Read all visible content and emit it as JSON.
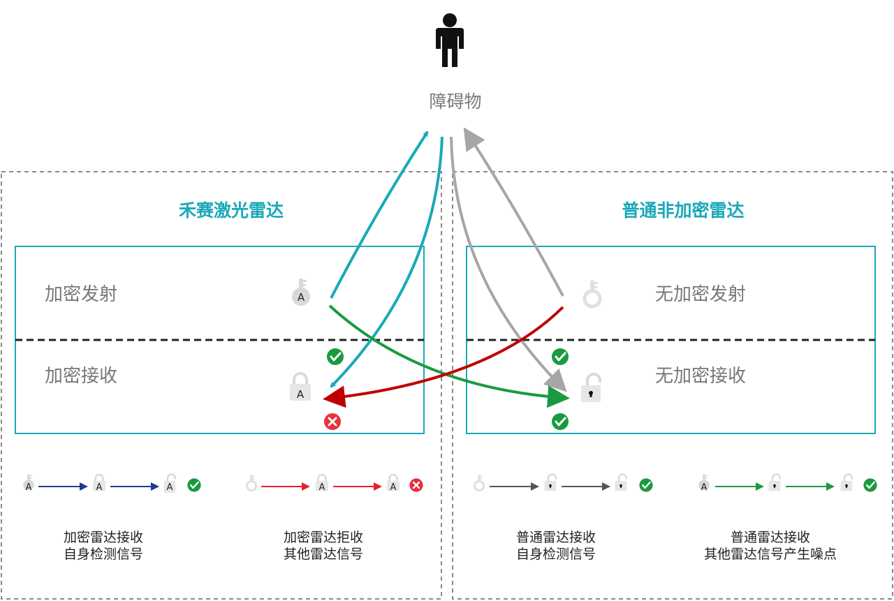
{
  "obstacle": {
    "label": "障碍物",
    "icon": "person-icon"
  },
  "left_panel": {
    "title": "禾赛激光雷达",
    "emit_label": "加密发射",
    "receive_label": "加密接收",
    "emit_key_letter": "A",
    "receive_lock_letter": "A",
    "captions": [
      {
        "line1": "加密雷达接收",
        "line2": "自身检测信号"
      },
      {
        "line1": "加密雷达拒收",
        "line2": "其他雷达信号"
      }
    ],
    "flow_letter": "A"
  },
  "right_panel": {
    "title": "普通非加密雷达",
    "emit_label": "无加密发射",
    "receive_label": "无加密接收",
    "captions": [
      {
        "line1": "普通雷达接收",
        "line2": "自身检测信号"
      },
      {
        "line1": "普通雷达接收",
        "line2": "其他雷达信号产生噪点"
      }
    ]
  },
  "colors": {
    "teal": "#1aa9b8",
    "green": "#1a9a3f",
    "red": "#c00000",
    "gray": "#a6a6a6",
    "navy": "#1f3b8f",
    "check": "#1a9a3f",
    "cross": "#e8303c"
  }
}
